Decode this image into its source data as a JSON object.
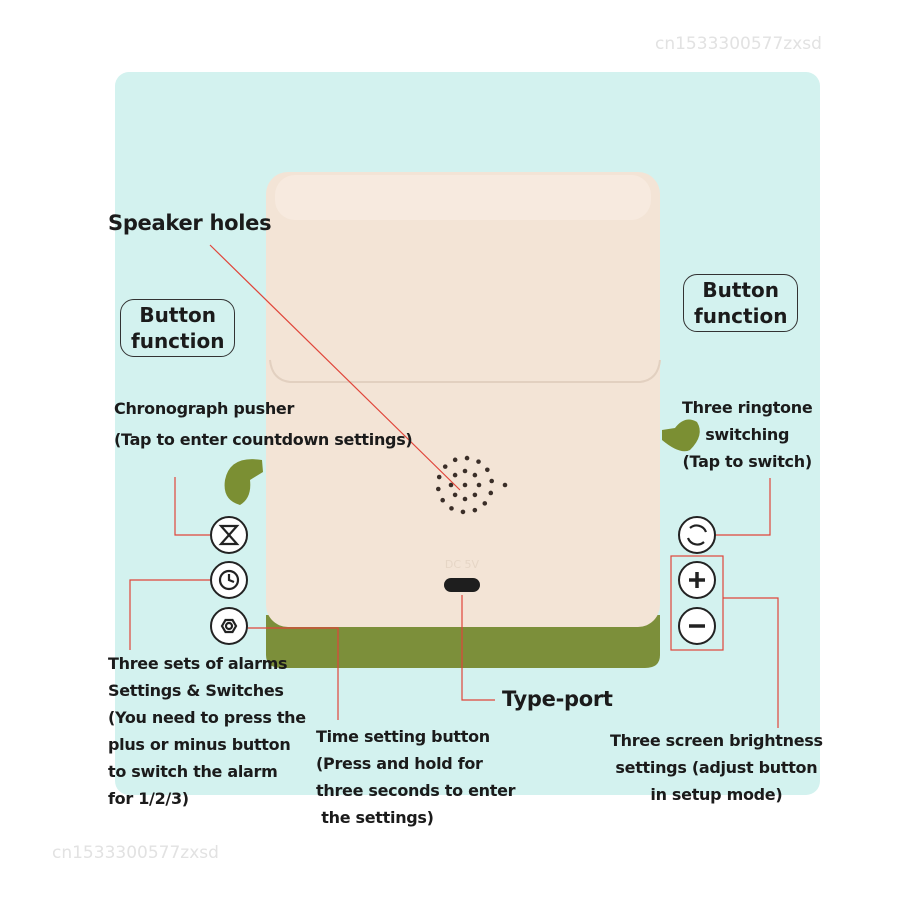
{
  "watermarks": [
    "cn1533300577zxsd",
    "cn1533300577zxsd"
  ],
  "labels": {
    "speaker_holes": "Speaker holes",
    "button_function_left": [
      "Button",
      "function"
    ],
    "button_function_right": [
      "Button",
      "function"
    ],
    "chronograph": [
      "Chronograph pusher",
      "(Tap to enter countdown settings)"
    ],
    "ringtone": [
      "Three ringtone",
      "switching",
      "(Tap to switch)"
    ],
    "alarms": [
      "Three sets of alarms",
      "Settings & Switches",
      "(You need to press the",
      "plus or minus button",
      "to switch the alarm",
      "for 1/2/3)"
    ],
    "time_setting": [
      "Time setting button",
      "(Press and hold for",
      "three seconds to enter",
      " the settings)"
    ],
    "type_port": "Type-port",
    "brightness": [
      "Three screen brightness",
      "settings (adjust button",
      "in setup mode)"
    ],
    "port_marking": "DC 5V"
  },
  "icons": {
    "left": [
      "hourglass-icon",
      "clock-icon",
      "hexagon-nut-icon"
    ],
    "right": [
      "refresh-icon",
      "plus-icon",
      "minus-icon"
    ]
  },
  "colors": {
    "background": "#d3f2ef",
    "body": "#f3e4d6",
    "base": "#7c8f3a",
    "leader": "#e0453a"
  }
}
